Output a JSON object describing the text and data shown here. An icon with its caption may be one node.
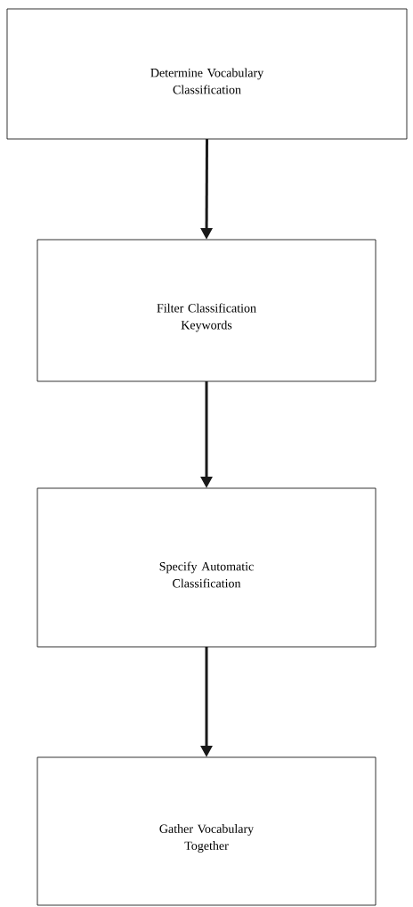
{
  "diagram": {
    "nodes": [
      {
        "text": [
          "Determine Vocabulary Classification"
        ]
      },
      {
        "text": [
          "Filter Classification Keywords"
        ]
      },
      {
        "text": [
          "Specify Automatic Classification"
        ]
      },
      {
        "text": [
          "Gather Vocabulary Together"
        ]
      }
    ],
    "edges": [
      {
        "from": 0,
        "to": 1,
        "arrow": "to"
      },
      {
        "from": 1,
        "to": 2,
        "arrow": "to"
      },
      {
        "from": 2,
        "to": 3,
        "arrow": "to"
      }
    ]
  }
}
